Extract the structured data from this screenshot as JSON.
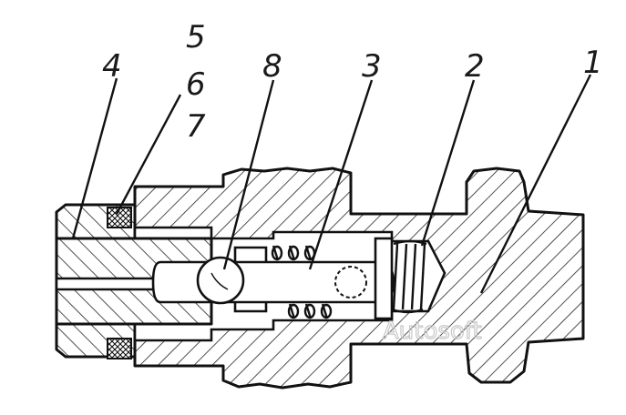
{
  "callouts": {
    "c1": "1",
    "c2": "2",
    "c3": "3",
    "c4": "4",
    "c5": "5",
    "c6": "6",
    "c7": "7",
    "c8": "8"
  },
  "watermark": "Autosoft",
  "colors": {
    "ink": "#111111",
    "paper": "#ffffff"
  }
}
